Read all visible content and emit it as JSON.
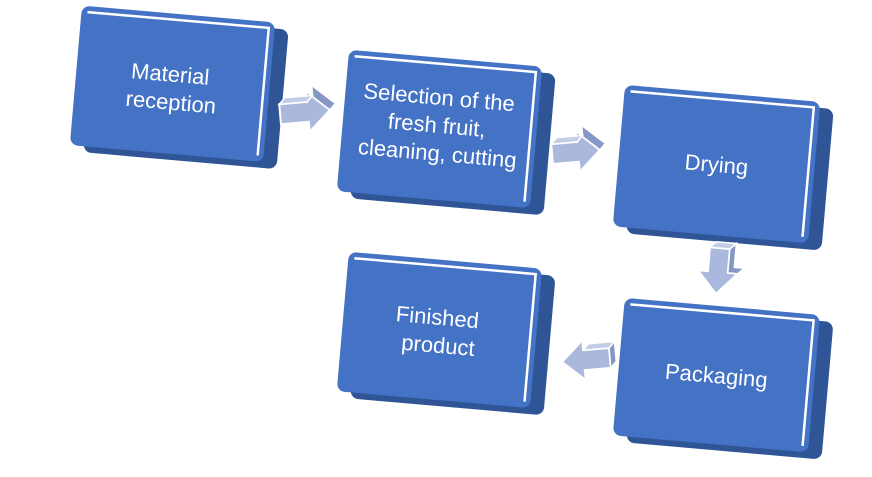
{
  "diagram": {
    "colors": {
      "box_front": "#4472C4",
      "box_side": "#2F5597",
      "box_edge": "#ffffff",
      "arrow_fill": "#A9B8DC",
      "arrow_dark": "#8697C6",
      "text": "#ffffff"
    },
    "steps": [
      {
        "id": "material-reception",
        "lines": [
          "Material",
          "reception"
        ]
      },
      {
        "id": "selection-cleaning-cutting",
        "lines": [
          "Selection of the",
          "fresh fruit,",
          "cleaning, cutting"
        ]
      },
      {
        "id": "drying",
        "lines": [
          "Drying"
        ]
      },
      {
        "id": "packaging",
        "lines": [
          "Packaging"
        ]
      },
      {
        "id": "finished-product",
        "lines": [
          "Finished",
          "product"
        ]
      }
    ],
    "connections": [
      {
        "from": "material-reception",
        "to": "selection-cleaning-cutting",
        "direction": "right"
      },
      {
        "from": "selection-cleaning-cutting",
        "to": "drying",
        "direction": "right"
      },
      {
        "from": "drying",
        "to": "packaging",
        "direction": "down"
      },
      {
        "from": "packaging",
        "to": "finished-product",
        "direction": "left"
      }
    ]
  }
}
